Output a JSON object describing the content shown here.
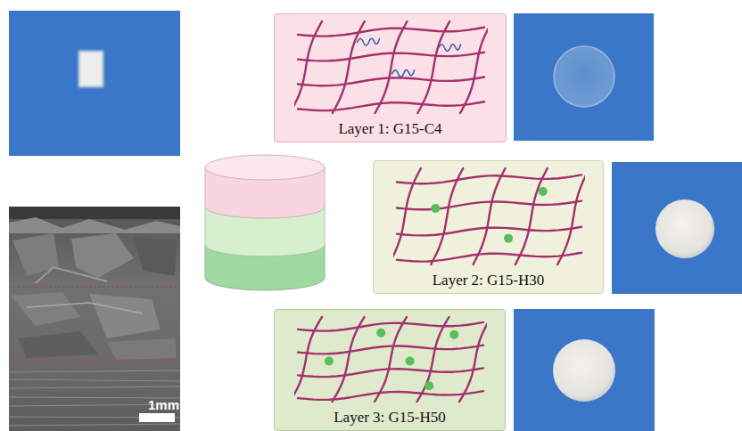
{
  "diagram": {
    "nodes": [
      {
        "text": [
          "Layer 1: G15-C4"
        ]
      },
      {
        "text": [
          "Layer 2: G15-H30"
        ]
      },
      {
        "text": [
          "Layer 3: G15-H50"
        ]
      }
    ],
    "labels": [
      "1mm"
    ]
  }
}
